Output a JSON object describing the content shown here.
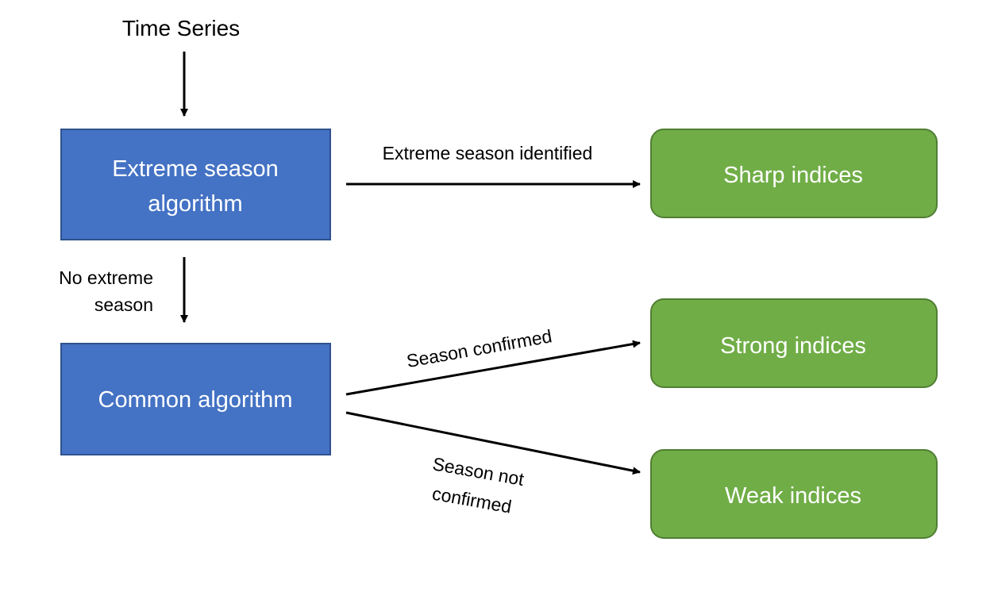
{
  "input": {
    "label": "Time Series"
  },
  "nodes": {
    "extreme": {
      "line1": "Extreme season",
      "line2": "algorithm"
    },
    "common": {
      "label": "Common algorithm"
    },
    "sharp": {
      "label": "Sharp indices"
    },
    "strong": {
      "label": "Strong indices"
    },
    "weak": {
      "label": "Weak indices"
    }
  },
  "edges": {
    "extreme_identified": {
      "label": "Extreme season identified"
    },
    "no_extreme": {
      "line1": "No extreme",
      "line2": "season"
    },
    "season_confirmed": {
      "label": "Season confirmed"
    },
    "season_not_confirmed": {
      "line1": "Season not",
      "line2": "confirmed"
    }
  },
  "colors": {
    "algorithm_fill": "#4472C4",
    "algorithm_stroke": "#2F528F",
    "indices_fill": "#70AD47",
    "indices_stroke": "#507E32",
    "arrow": "#000000"
  }
}
